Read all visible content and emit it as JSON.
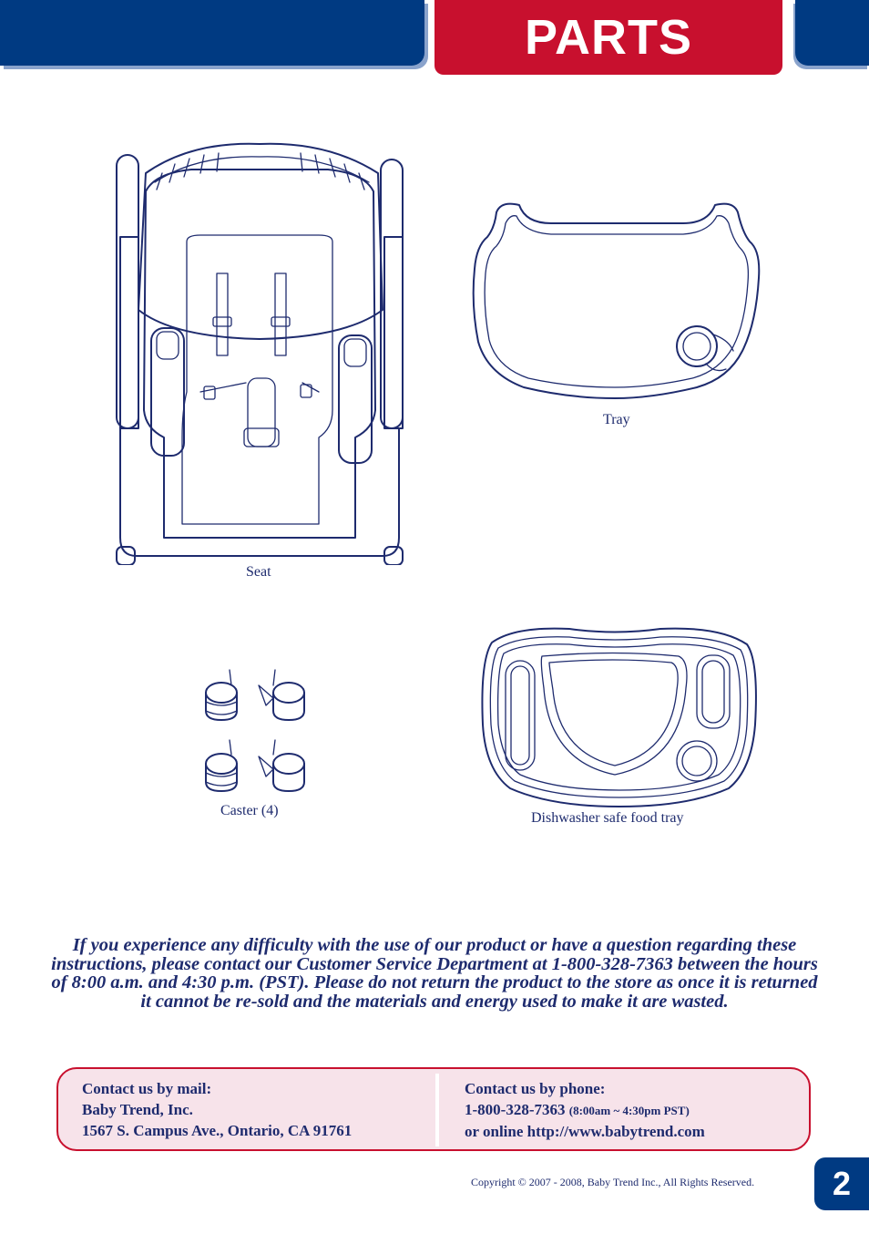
{
  "header": {
    "title": "PARTS"
  },
  "parts": {
    "seat": "Seat",
    "tray": "Tray",
    "caster": "Caster (4)",
    "food_tray": "Dishwasher safe food tray"
  },
  "notice": {
    "text": "If you experience any difficulty with the use of our product or have a question regarding these instructions, please contact our Customer Service Department at 1-800-328-7363 between the hours of 8:00 a.m. and 4:30 p.m. (PST).   Please do not return the product to the store as once it is returned it cannot be re-sold and the materials and energy used to make it are wasted."
  },
  "contact": {
    "mail_heading": "Contact us by mail:",
    "company": "Baby Trend, Inc.",
    "address": "1567 S. Campus Ave., Ontario, CA 91761",
    "phone_heading": "Contact us by phone:",
    "phone": "1-800-328-7363",
    "hours": "(8:00am ~ 4:30pm PST)",
    "online": "or online http://www.babytrend.com"
  },
  "footer": {
    "copyright": "Copyright © 2007 - 2008, Baby Trend Inc., All Rights Reserved.",
    "page_number": "2"
  },
  "colors": {
    "brand_blue": "#003a82",
    "brand_red": "#c8102e",
    "text_navy": "#1e2b6e",
    "contact_bg": "#f7e3ea"
  }
}
